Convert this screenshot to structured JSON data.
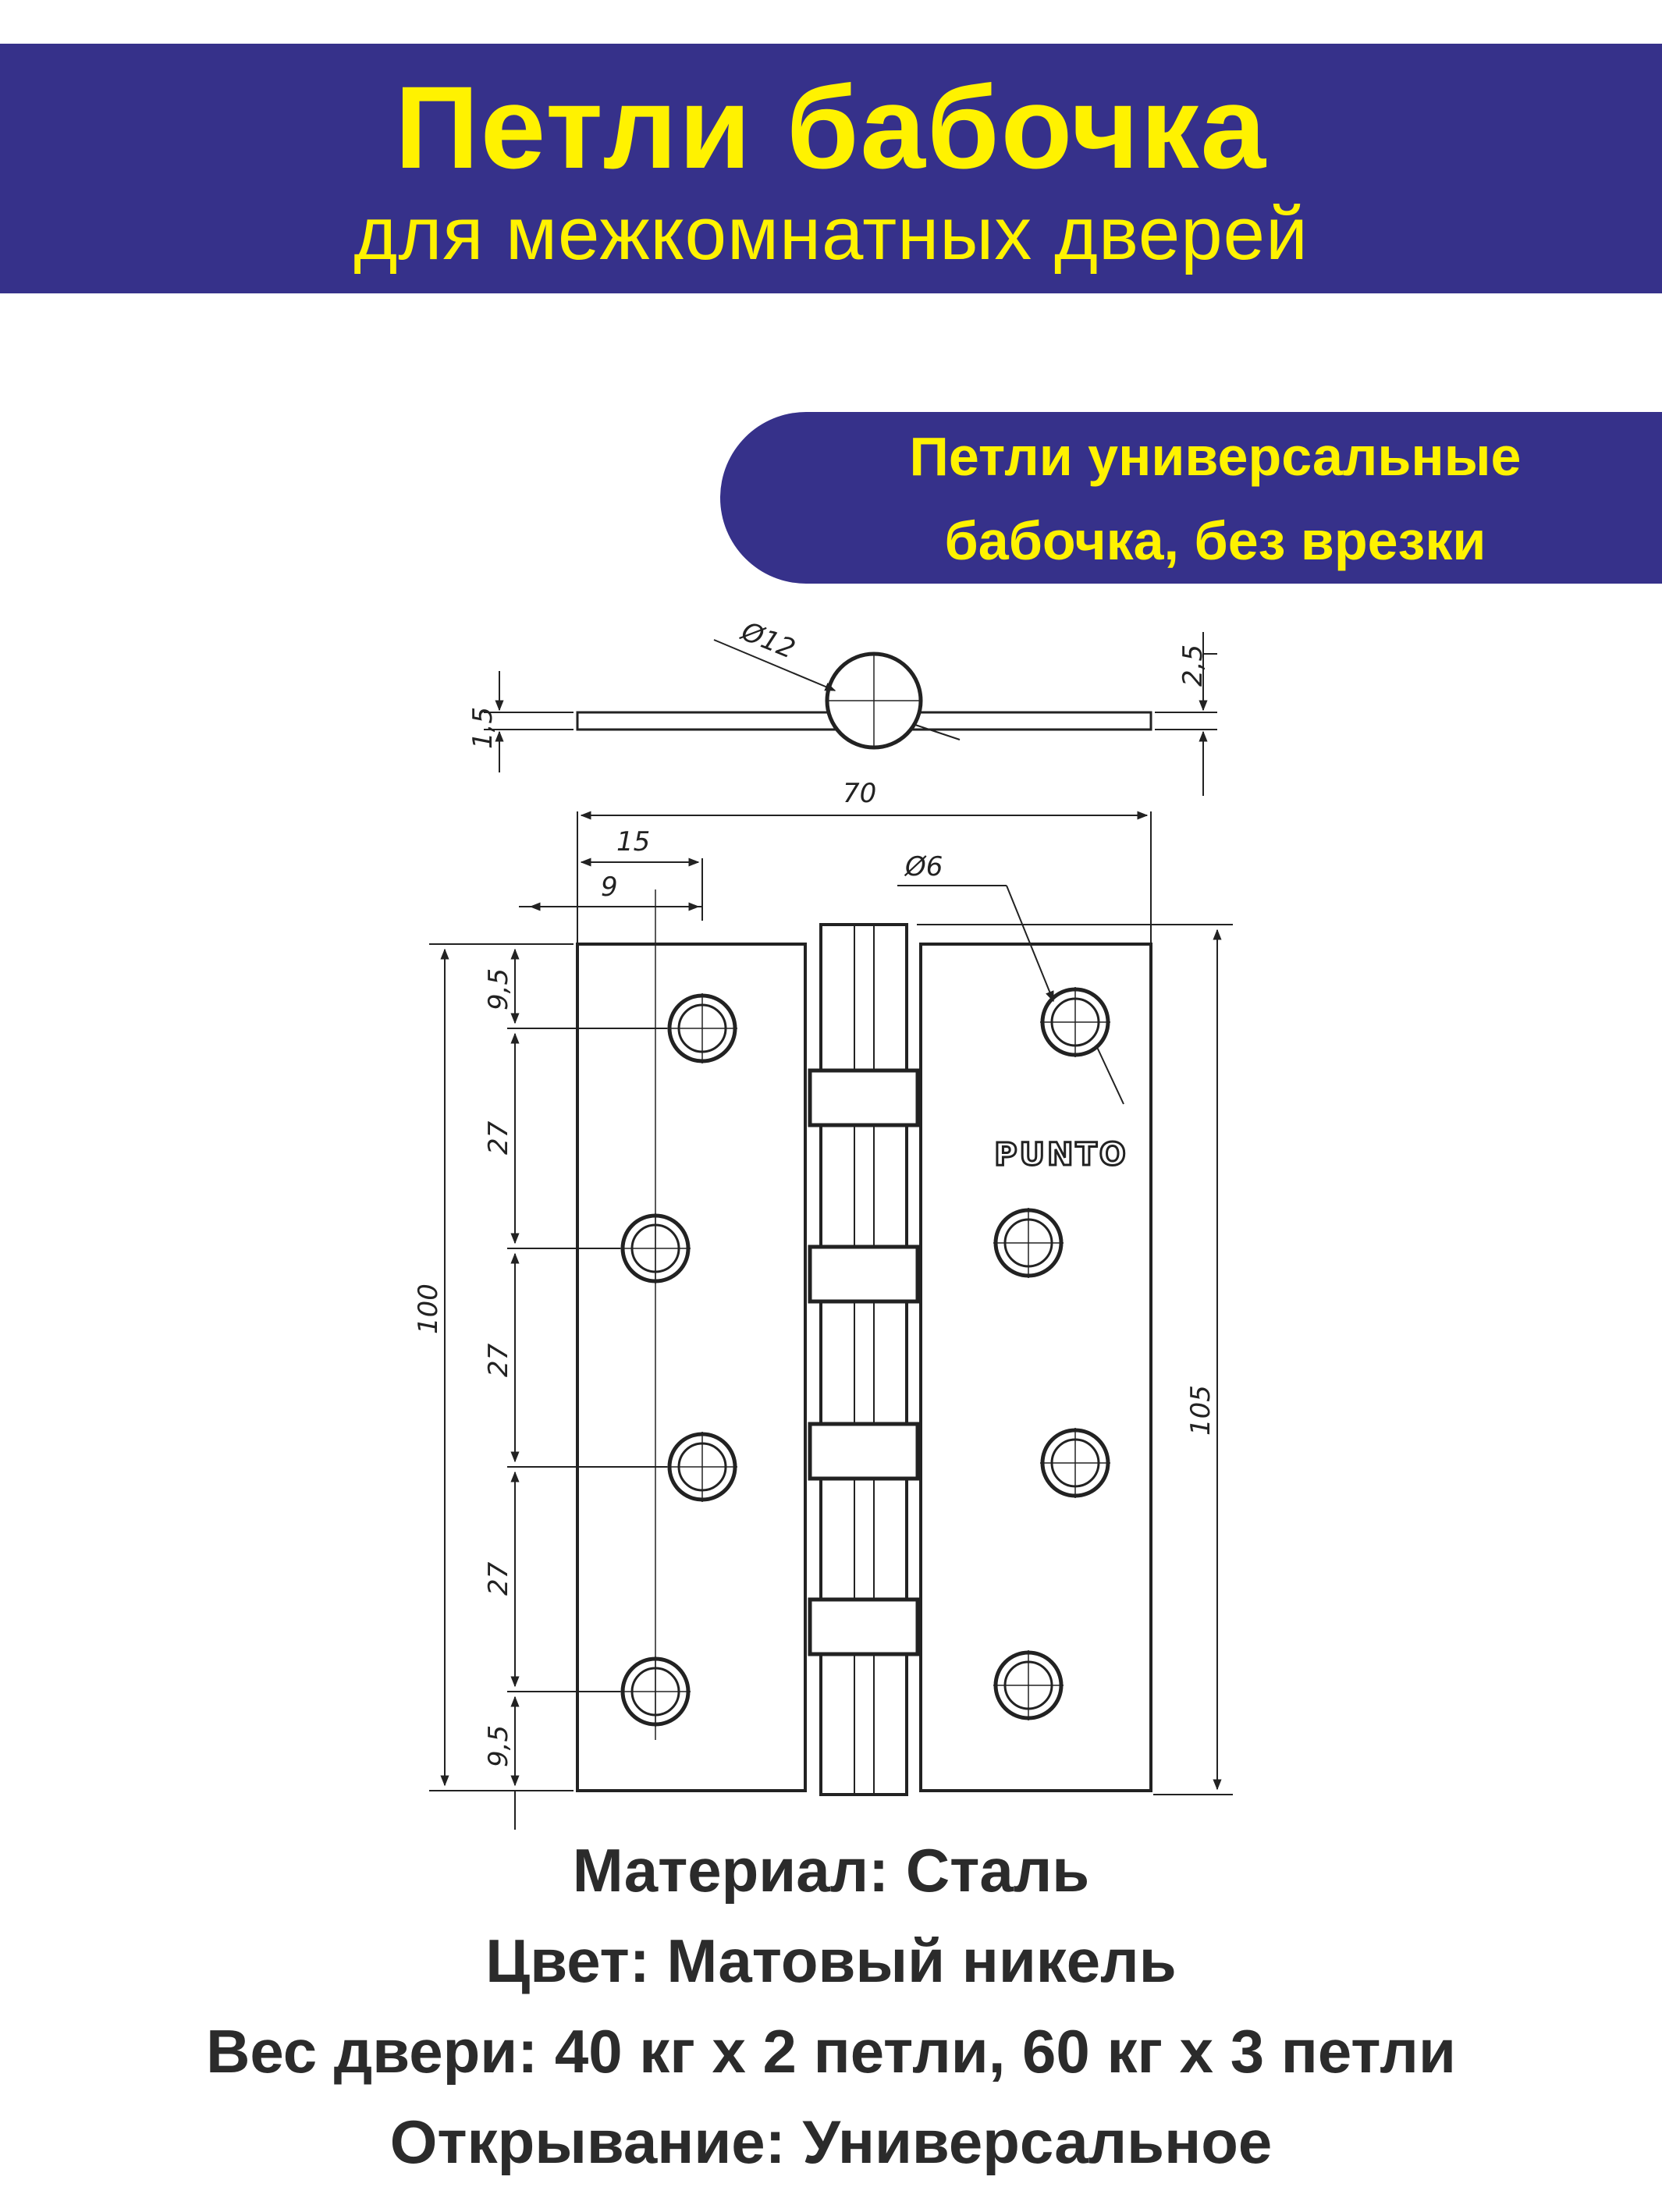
{
  "header": {
    "title": "Петли бабочка",
    "subtitle": "для межкомнатных дверей"
  },
  "badge": {
    "line1": "Петли универсальные",
    "line2": "бабочка, без врезки"
  },
  "drawing": {
    "brand_mark": "PUNTO",
    "dimensions": {
      "pin_diameter": "Ø12",
      "thickness_right": "2,5",
      "thickness_left": "1,5",
      "overall_width": "70",
      "offset_15": "15",
      "offset_9": "9",
      "hole_diameter": "Ø6",
      "top_margin": "9,5",
      "spacing_1": "27",
      "spacing_2": "27",
      "spacing_3": "27",
      "bottom_margin": "9,5",
      "leaf_height": "100",
      "total_height": "105"
    }
  },
  "specs": {
    "material": "Материал: Сталь",
    "color": "Цвет: Матовый никель",
    "weight": "Вес двери: 40 кг х 2 петли, 60 кг х 3 петли",
    "opening": "Открывание: Универсальное"
  },
  "colors": {
    "header_bg": "#36318a",
    "header_text": "#fff200",
    "body_text": "#2b2b2b",
    "line": "#222222"
  }
}
